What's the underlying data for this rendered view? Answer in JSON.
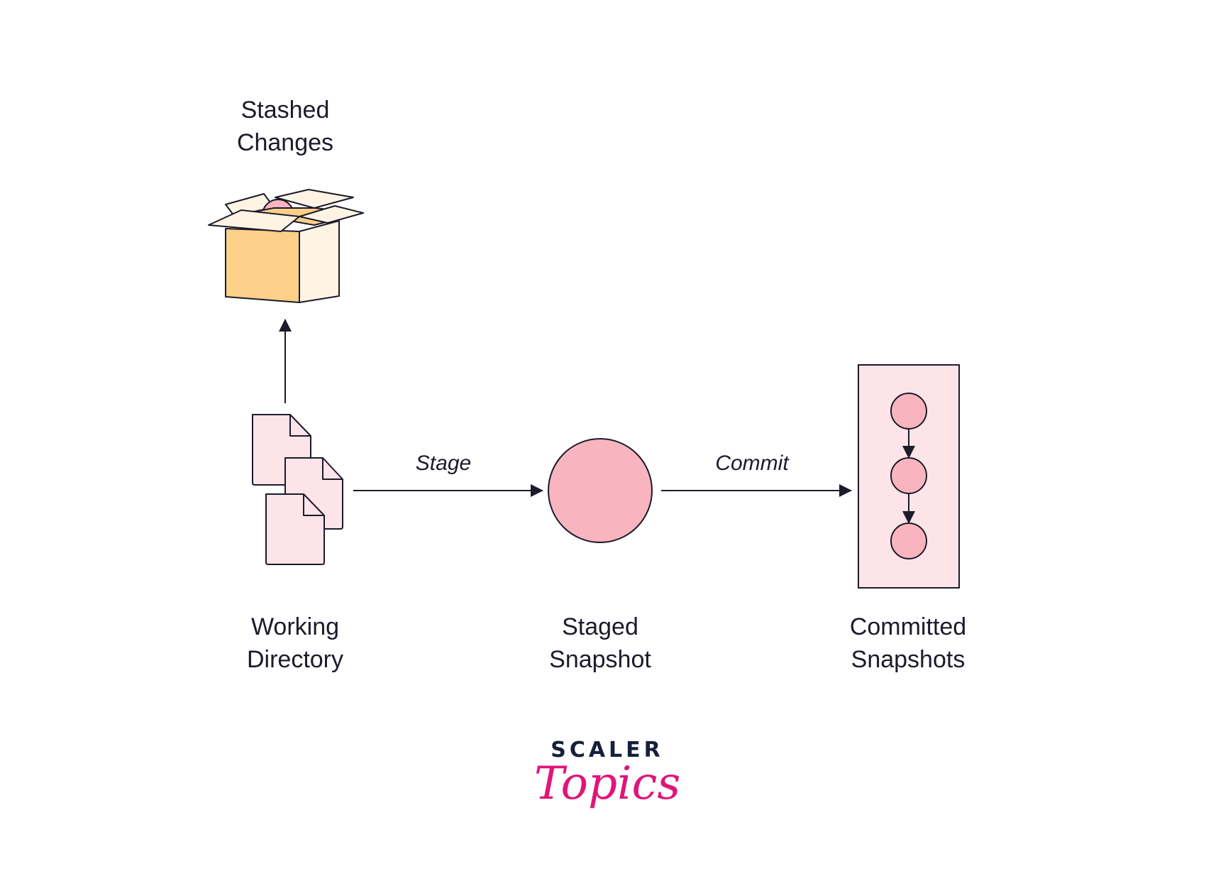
{
  "nodes": {
    "stash": {
      "line1": "Stashed",
      "line2": "Changes"
    },
    "working": {
      "line1": "Working",
      "line2": "Directory"
    },
    "staged": {
      "line1": "Staged",
      "line2": "Snapshot"
    },
    "committed": {
      "line1": "Committed",
      "line2": "Snapshots"
    }
  },
  "edges": {
    "stage": "Stage",
    "commit": "Commit"
  },
  "brand": {
    "word": "SCALER",
    "script": "Topics",
    "colors": {
      "word": "#17203a",
      "script": "#e0157a"
    }
  },
  "colors": {
    "outline": "#1b1b2b",
    "pink_fill": "#f9b5bf",
    "light_pink": "#fde4e9",
    "box_front": "#fdd08a",
    "box_side": "#fff4e4"
  }
}
